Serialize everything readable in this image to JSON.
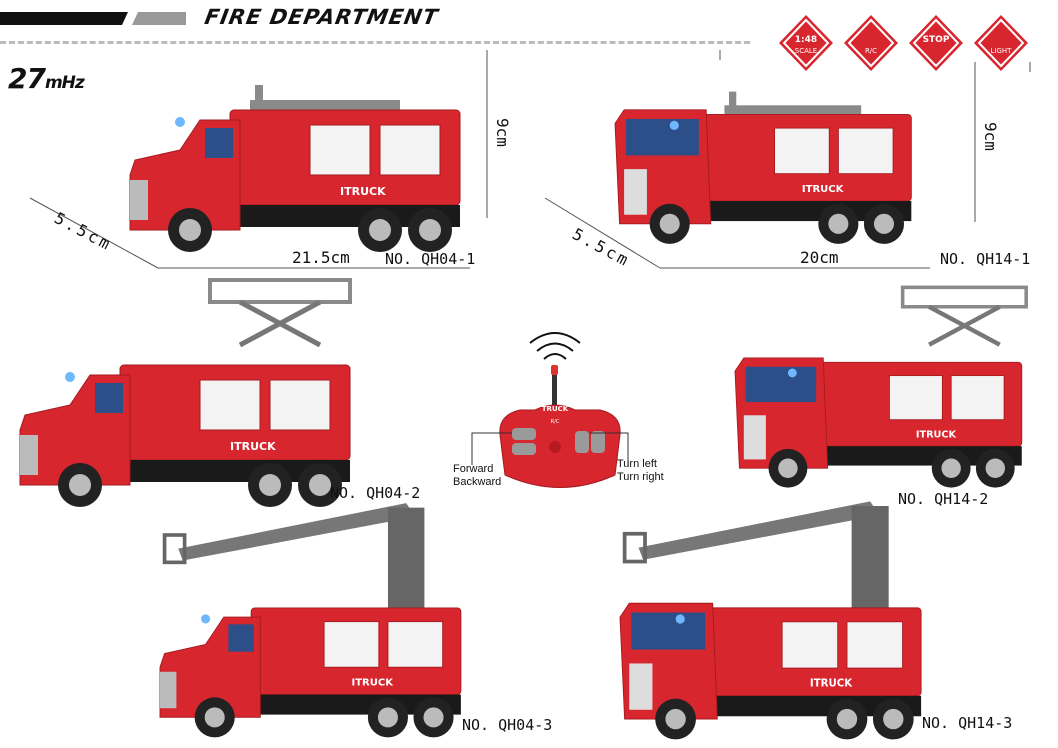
{
  "header": {
    "title": "FIRE DEPARTMENT",
    "frequency": "27",
    "frequency_unit": "mHz"
  },
  "badges": [
    {
      "icon": "scale-icon",
      "line1": "1:48",
      "line2": "SCALE"
    },
    {
      "icon": "rc-signal-icon",
      "line1": "",
      "line2": "R/C"
    },
    {
      "icon": "four-way-arrows-icon",
      "line1": "STOP",
      "line2": ""
    },
    {
      "icon": "light-icon",
      "line1": "",
      "line2": "LIGHT"
    }
  ],
  "products": [
    {
      "model": "NO. QH04-1",
      "depth": "5.5cm",
      "length": "21.5cm",
      "height": "9cm"
    },
    {
      "model": "NO. QH14-1",
      "depth": "5.5cm",
      "length": "20cm",
      "height": "9cm"
    },
    {
      "model": "NO. QH04-2"
    },
    {
      "model": "NO. QH14-2"
    },
    {
      "model": "NO. QH04-3"
    },
    {
      "model": "NO. QH14-3"
    }
  ],
  "truck_text": "ITRUCK",
  "remote": {
    "brand": "TRUCK",
    "rc": "R/C",
    "left_label_1": "Forward",
    "left_label_2": "Backward",
    "right_label_1": "Turn left",
    "right_label_2": "Turn right"
  },
  "colors": {
    "red": "#d8262e",
    "dark_red": "#a51a20",
    "gray": "#8a8a8a",
    "black": "#1a1a1a"
  }
}
